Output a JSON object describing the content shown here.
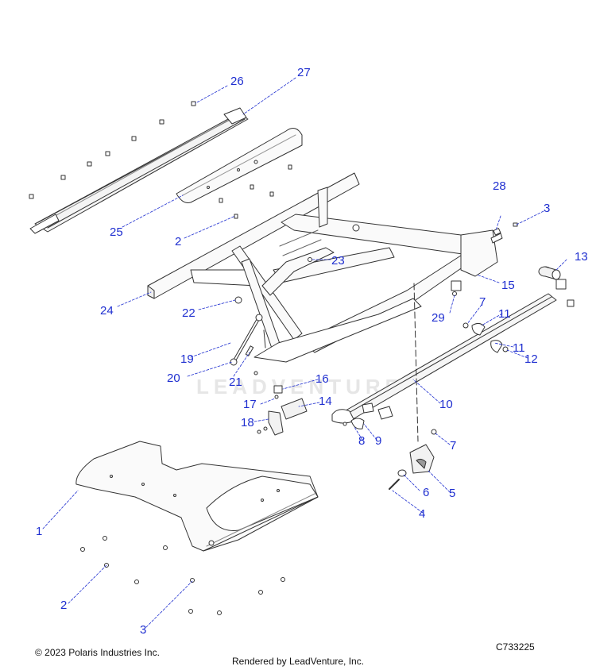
{
  "watermark_text": "LEADVENTURE",
  "copyright": "© 2023 Polaris Industries Inc.",
  "diagram_code": "C733225",
  "rendered_by": "Rendered by LeadVenture, Inc.",
  "callout_color": "#1f2fd0",
  "callouts": [
    "26",
    "27",
    "28",
    "3",
    "13",
    "25",
    "2",
    "23",
    "15",
    "24",
    "22",
    "29",
    "7",
    "11",
    "12",
    "11",
    "19",
    "20",
    "21",
    "16",
    "10",
    "17",
    "14",
    "18",
    "8",
    "9",
    "7",
    "5",
    "6",
    "4",
    "1",
    "2",
    "3"
  ]
}
